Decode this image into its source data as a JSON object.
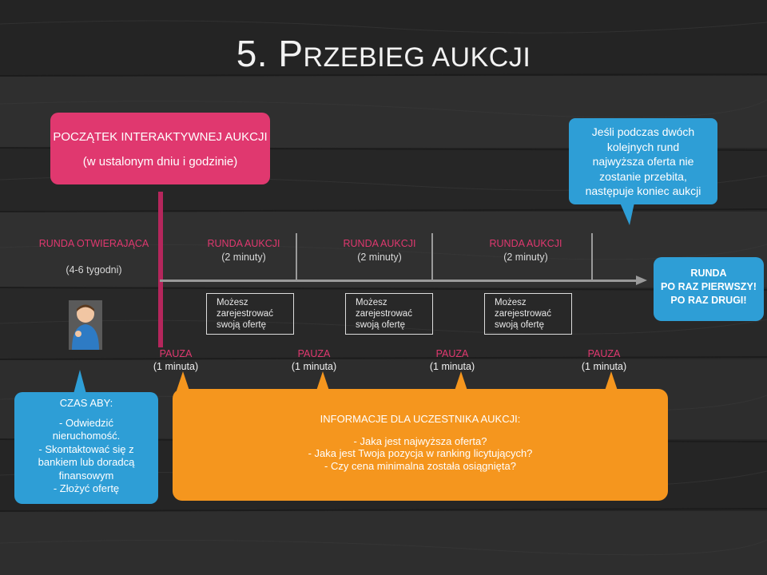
{
  "title": {
    "number": "5. ",
    "cap_p": "P",
    "rest": "RZEBIEG AUKCJI"
  },
  "start_box": {
    "line1": "POCZĄTEK INTERAKTYWNEJ AUKCJI",
    "line2": "(w ustalonym dniu i godzinie)"
  },
  "end_callout": {
    "lines": [
      "Jeśli podczas dwóch",
      "kolejnych rund",
      "najwyższa oferta nie",
      "zostanie przebita,",
      "następuje koniec aukcji"
    ]
  },
  "opening_round": {
    "label": "RUNDA OTWIERAJĄCA",
    "duration": "(4-6 tygodni)"
  },
  "rounds": [
    {
      "label": "RUNDA AUKCJI",
      "duration": "(2 minuty)",
      "box_lines": [
        "Możesz",
        "zarejestrować",
        "swoją ofertę"
      ]
    },
    {
      "label": "RUNDA AUKCJI",
      "duration": "(2 minuty)",
      "box_lines": [
        "Możesz",
        "zarejestrować",
        "swoją ofertę"
      ]
    },
    {
      "label": "RUNDA AUKCJI",
      "duration": "(2 minuty)",
      "box_lines": [
        "Możesz",
        "zarejestrować",
        "swoją ofertę"
      ]
    }
  ],
  "final_round": {
    "lines": [
      "RUNDA",
      "PO RAZ PIERWSZY!",
      "PO RAZ DRUGI!"
    ]
  },
  "pauses": [
    {
      "label": "PAUZA",
      "duration": "(1 minuta)"
    },
    {
      "label": "PAUZA",
      "duration": "(1 minuta)"
    },
    {
      "label": "PAUZA",
      "duration": "(1 minuta)"
    },
    {
      "label": "PAUZA",
      "duration": "(1 minuta)"
    }
  ],
  "time_to": {
    "heading": "CZAS ABY:",
    "lines": [
      "- Odwiedzić",
      "nieruchomość.",
      "- Skontaktować się z",
      "bankiem lub doradcą",
      "finansowym",
      "- Złożyć ofertę"
    ]
  },
  "bidder_info": {
    "heading": "INFORMACJE DLA UCZESTNIKA AUKCJI:",
    "lines": [
      "- Jaka jest najwyższa oferta?",
      "- Jaka jest Twoja pozycja w ranking licytujących?",
      "- Czy cena minimalna została osiągnięta?"
    ]
  },
  "colors": {
    "pink": "#e0386f",
    "blue": "#2e9ed6",
    "orange": "#f5961e",
    "timeline": "#9a9a9a"
  }
}
